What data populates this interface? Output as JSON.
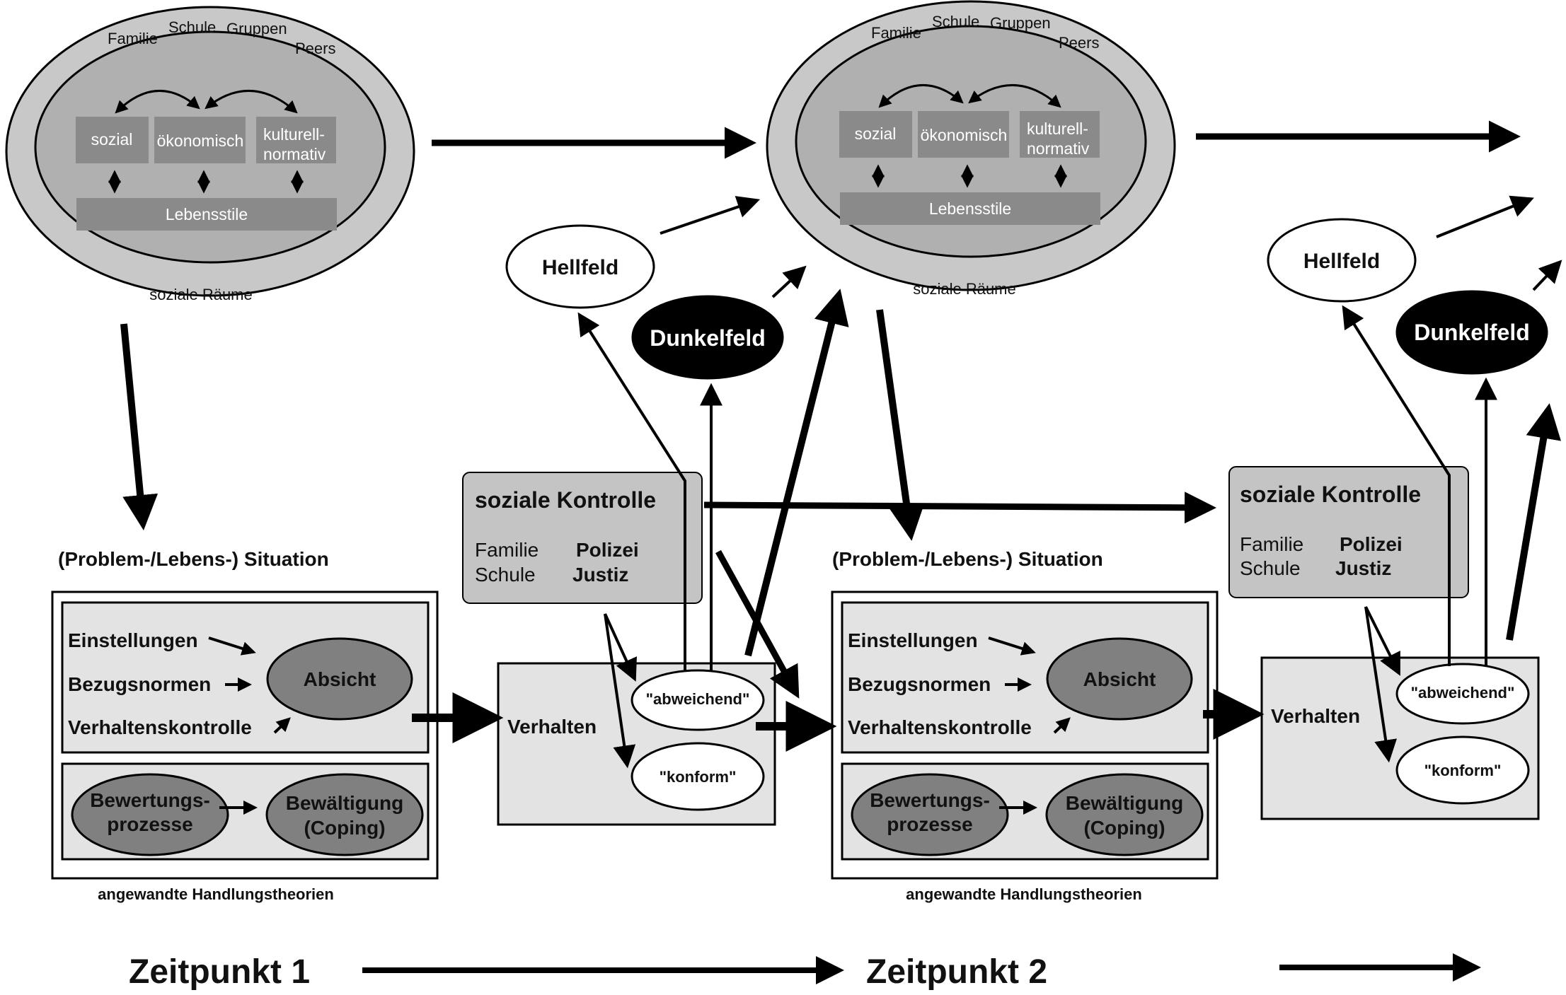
{
  "spaces": {
    "familie": "Familie",
    "schule": "Schule",
    "gruppen": "Gruppen",
    "peers": "Peers",
    "sozial": "sozial",
    "oekonomisch": "ökonomisch",
    "kulturell_1": "kulturell-",
    "kulturell_2": "normativ",
    "lebensstile": "Lebensstile",
    "soziale_raeume": "soziale Räume"
  },
  "fields": {
    "hellfeld": "Hellfeld",
    "dunkelfeld": "Dunkelfeld"
  },
  "control": {
    "title": "soziale Kontrolle",
    "familie": "Familie",
    "schule": "Schule",
    "polizei": "Polizei",
    "justiz": "Justiz"
  },
  "situation": {
    "title": "(Problem-/Lebens-) Situation",
    "einstellungen": "Einstellungen",
    "bezugsnormen": "Bezugsnormen",
    "verhaltenskontrolle": "Verhaltenskontrolle",
    "absicht": "Absicht",
    "bewertung_1": "Bewertungs-",
    "bewertung_2": "prozesse",
    "bewaeltigung_1": "Bewältigung",
    "bewaeltigung_2": "(Coping)",
    "caption": "angewandte Handlungstheorien"
  },
  "behavior": {
    "label": "Verhalten",
    "abweichend": "\"abweichend\"",
    "konform": "\"konform\""
  },
  "time": {
    "t1": "Zeitpunkt 1",
    "t2": "Zeitpunkt 2"
  }
}
